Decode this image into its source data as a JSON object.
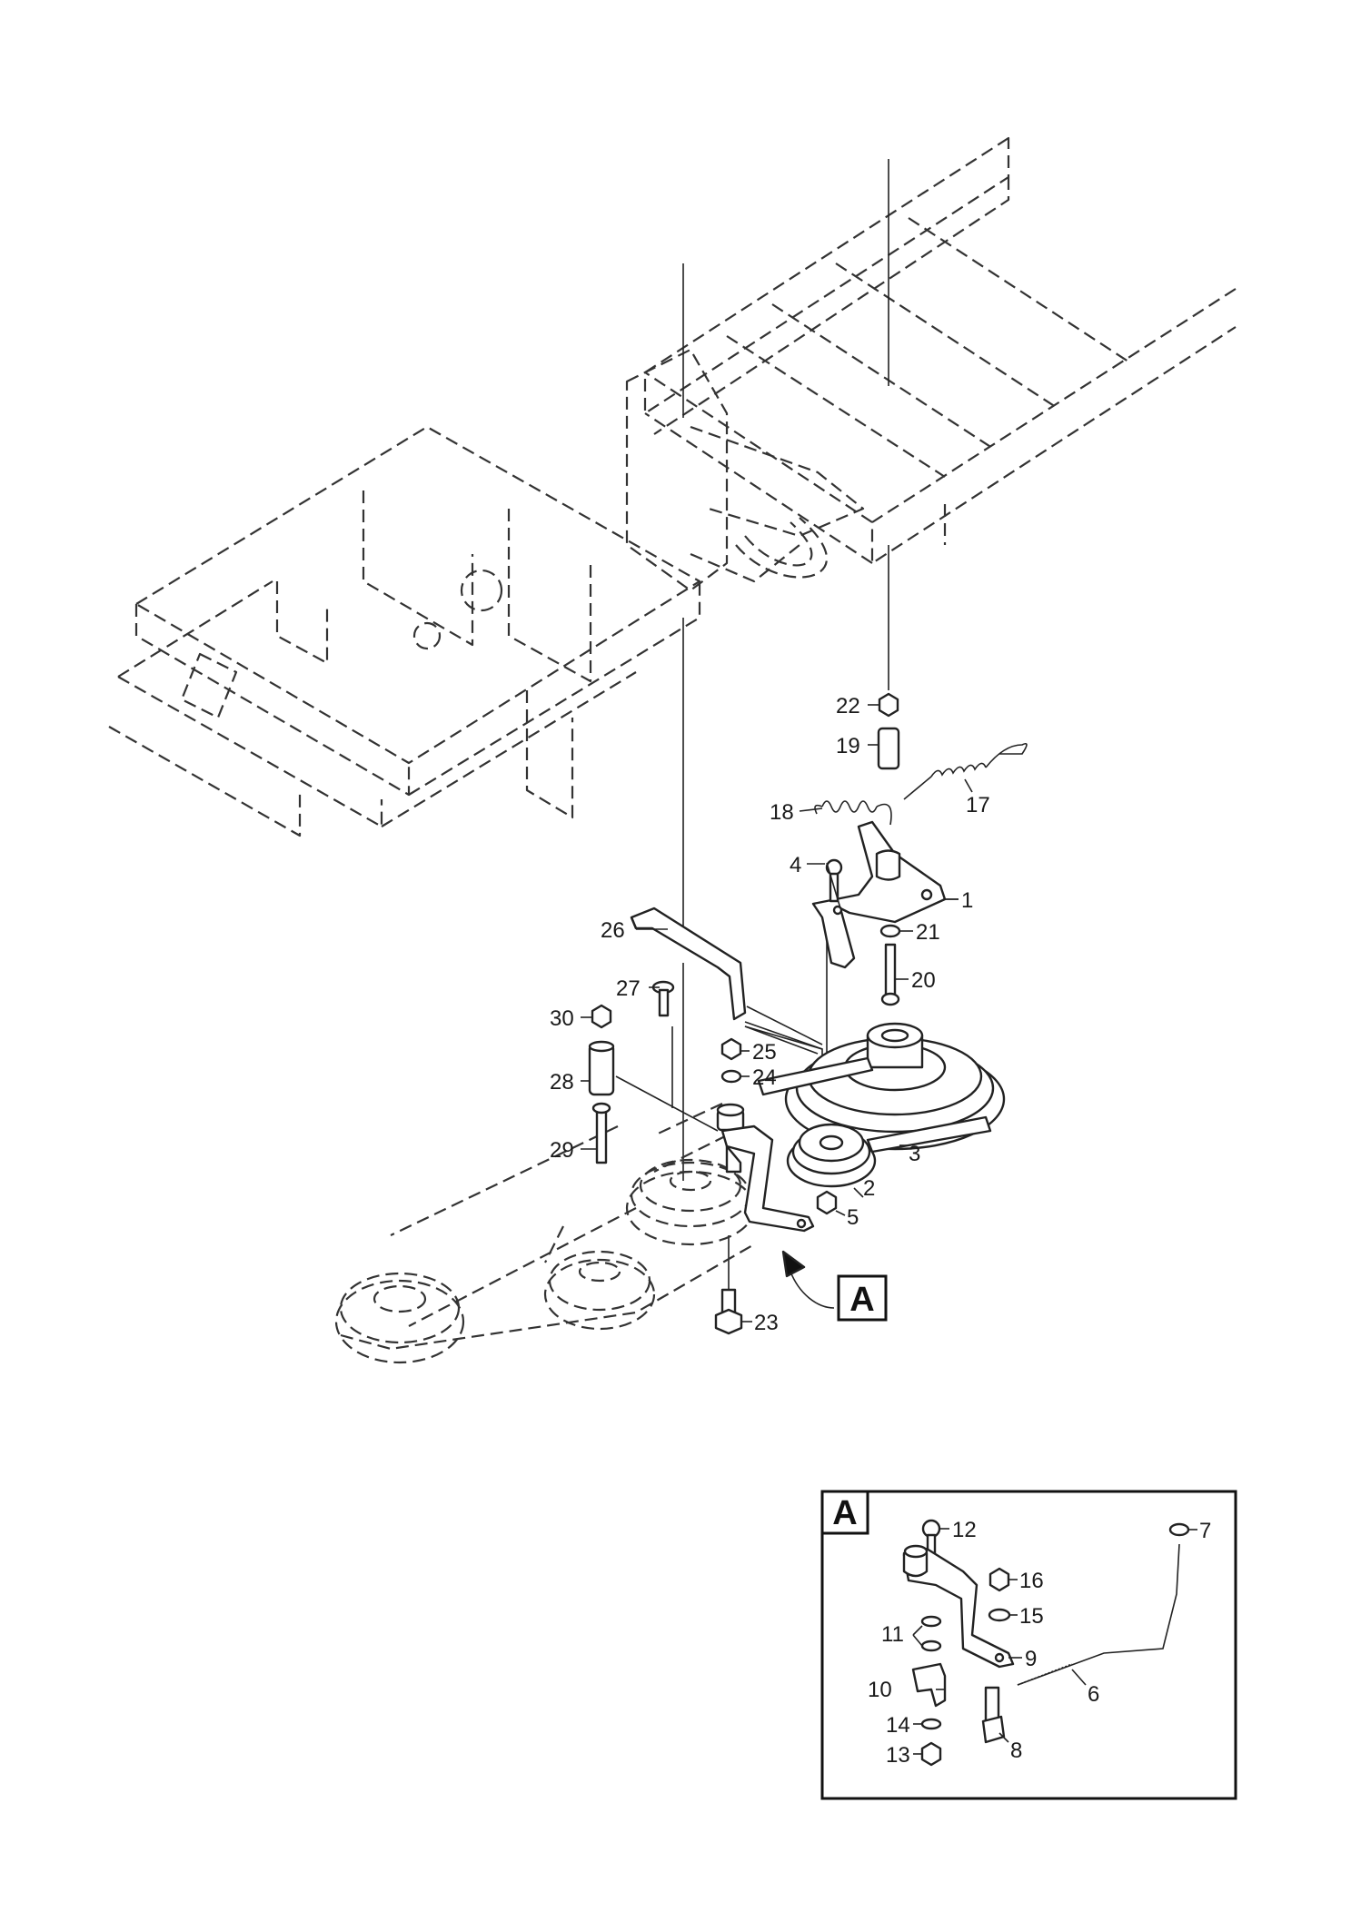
{
  "callouts": {
    "view_a_main": "A",
    "view_a_inset": "A"
  },
  "parts": {
    "p1": "1",
    "p2": "2",
    "p3": "3",
    "p4": "4",
    "p5": "5",
    "p6": "6",
    "p7": "7",
    "p8": "8",
    "p9": "9",
    "p10": "10",
    "p11": "11",
    "p12": "12",
    "p13": "13",
    "p14": "14",
    "p15": "15",
    "p16": "16",
    "p17": "17",
    "p18": "18",
    "p19": "19",
    "p20": "20",
    "p21": "21",
    "p22": "22",
    "p23": "23",
    "p24": "24",
    "p25": "25",
    "p26": "26",
    "p27": "27",
    "p28": "28",
    "p29": "29",
    "p30": "30"
  }
}
